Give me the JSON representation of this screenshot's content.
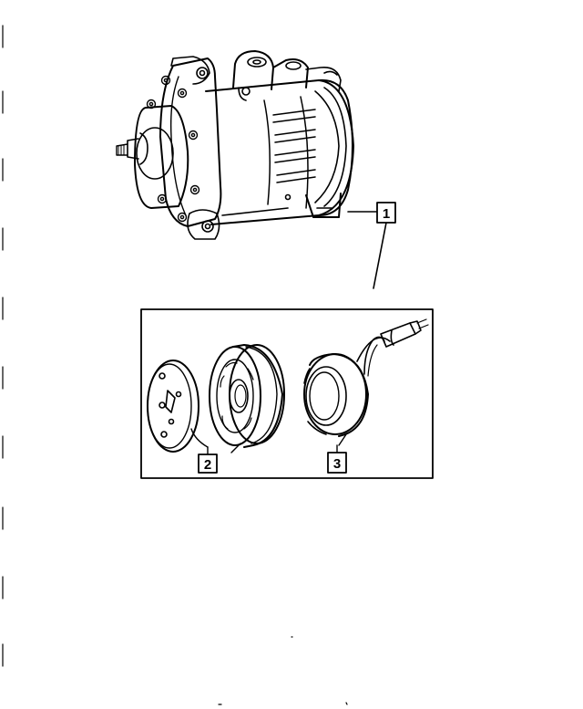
{
  "callouts": [
    {
      "label": "1"
    },
    {
      "label": "2"
    },
    {
      "label": "3"
    }
  ],
  "parts": {
    "compressor": "compressor-assembly",
    "clutch_plate": "clutch-plate",
    "pulley": "pulley",
    "field_coil": "field-coil"
  },
  "colors": {
    "line": "#000000",
    "background": "#ffffff"
  }
}
